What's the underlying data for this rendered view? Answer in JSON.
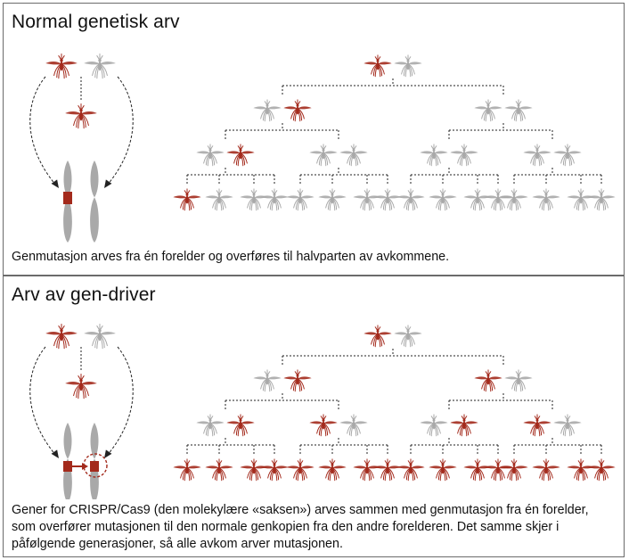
{
  "panels": [
    {
      "id": "normal",
      "title": "Normal genetisk arv",
      "caption": "Genmutasjon arves fra én forelder og overføres til halvparten av avkommene.",
      "tree_generations": [
        [
          1,
          0
        ],
        [
          0,
          1,
          0,
          0
        ],
        [
          0,
          1,
          0,
          0,
          0,
          0,
          0,
          0
        ],
        [
          1,
          0,
          0,
          0,
          0,
          0,
          0,
          0,
          0,
          0,
          0,
          0,
          0,
          0,
          0,
          0
        ]
      ]
    },
    {
      "id": "drive",
      "title": "Arv av gen-driver",
      "caption": "Gener for CRISPR/Cas9 (den molekylære «saksen») arves sammen med genmutasjon fra én forelder, som overfører mutasjonen til den normale genkopien fra den andre forelderen. Det samme skjer i påfølgende generasjoner, så alle avkom arver mutasjonen.",
      "tree_generations": [
        [
          1,
          0
        ],
        [
          0,
          1,
          1,
          0
        ],
        [
          0,
          1,
          1,
          0,
          0,
          1,
          1,
          0
        ],
        [
          1,
          1,
          1,
          1,
          1,
          1,
          1,
          1,
          1,
          1,
          1,
          1,
          1,
          1,
          1,
          1
        ]
      ]
    }
  ],
  "colors": {
    "mutant": "#a32a1c",
    "normal": "#a9a9a9",
    "line": "#222222"
  }
}
